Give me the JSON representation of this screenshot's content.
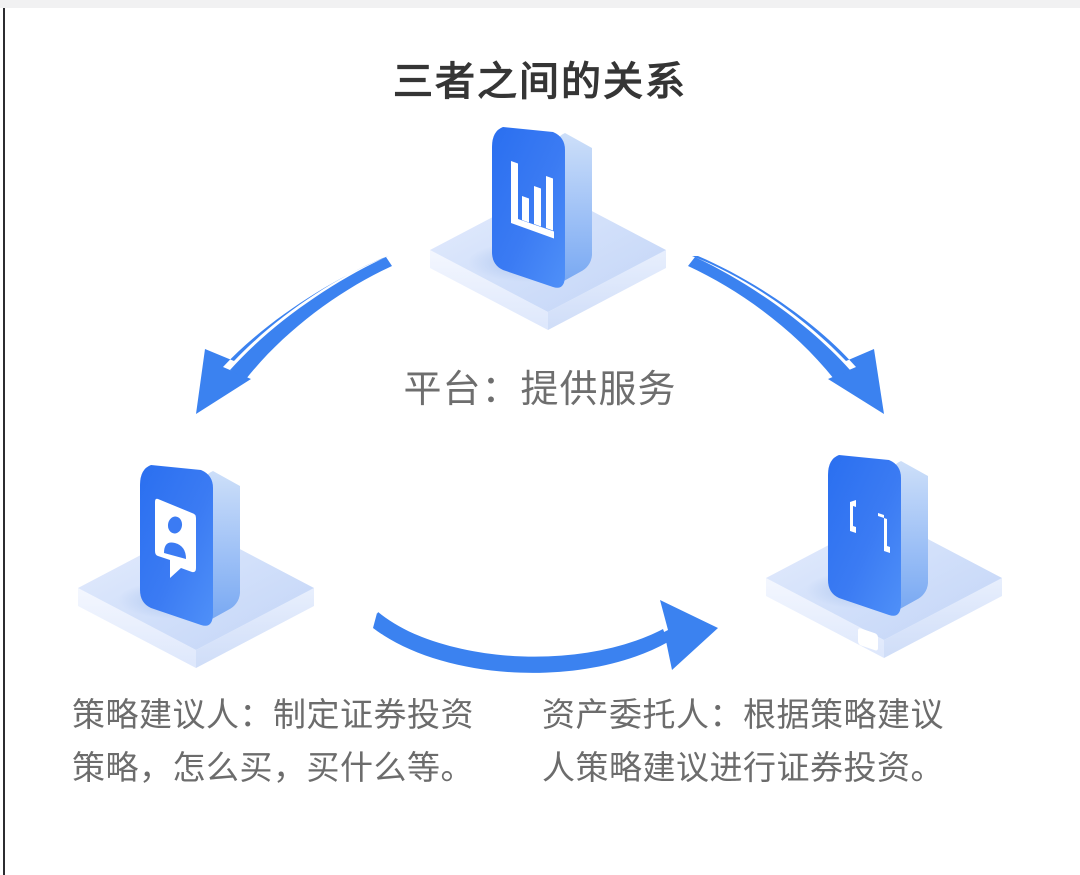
{
  "page": {
    "title": "三者之间的关系",
    "background_color": "#ffffff",
    "title_color": "#353535",
    "caption_color": "#6c6c6c",
    "accent_color": "#3b82f0",
    "card_color_dark": "#2a6ff0",
    "card_color_light": "#4d8ef7",
    "platform_color": "#ccd9f7"
  },
  "nodes": {
    "top": {
      "icon": "bar-chart-icon",
      "role": "平台"
    },
    "left": {
      "icon": "user-speech-bubble-icon",
      "role": "策略建议人"
    },
    "right": {
      "icon": "hierarchy-sitemap-icon",
      "role": "资产委托人"
    }
  },
  "center": {
    "caption": "平台：提供服务"
  },
  "captions": {
    "left": {
      "line1": "策略建议人：制定证券投资",
      "line2": "策略，怎么买，买什么等。"
    },
    "right": {
      "line1": "资产委托人：根据策略建议",
      "line2": "人策略建议进行证券投资。"
    }
  },
  "arrows": [
    {
      "name": "arrow-top-to-left",
      "from": "top",
      "to": "left"
    },
    {
      "name": "arrow-top-to-right",
      "from": "top",
      "to": "right"
    },
    {
      "name": "arrow-left-to-right",
      "from": "left",
      "to": "right"
    }
  ]
}
